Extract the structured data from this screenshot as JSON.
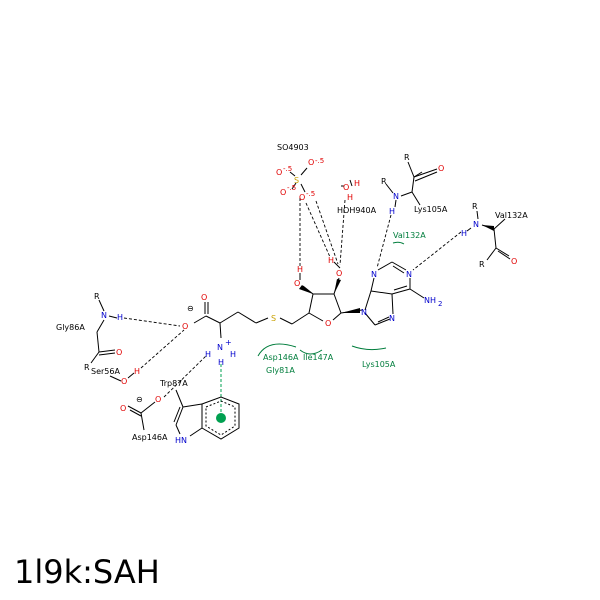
{
  "title": "1l9k:SAH",
  "colors": {
    "bond": "#000000",
    "nitrogen": "#0000cc",
    "oxygen": "#e00000",
    "sulfur": "#c8a000",
    "hydrophobic": "#007d3c",
    "pi": "#00a050"
  },
  "residues": {
    "so4": "SO4903",
    "hoh": "HOH940A",
    "lys105_top": "Lys105A",
    "val132_right": "Val132A",
    "val132_hydro": "Val132A",
    "gly86": "Gly86A",
    "ser56": "Ser56A",
    "trp87": "Trp87A",
    "asp146_bottom": "Asp146A",
    "asp146_hydro": "Asp146A",
    "ile147": "Ile147A",
    "gly81": "Gly81A",
    "lys105_hydro": "Lys105A"
  },
  "atoms": {
    "r_gly86": "R",
    "n_gly86": "N",
    "h_gly86": "H",
    "o_gly86": "O",
    "r_gly86b": "R",
    "o_ser56": "O",
    "h_ser56": "H",
    "o_asp146a": "O",
    "o_asp146b": "O",
    "minus_asp": "⊖",
    "hn_trp": "HN",
    "o_carb1": "O",
    "o_carb2": "O",
    "minus_carb": "⊖",
    "n_amine": "N",
    "plus_amine": "+",
    "h_am1": "H",
    "h_am2": "H",
    "h_am3": "H",
    "s_chain": "S",
    "o_ring": "O",
    "o_oh2": "O",
    "h_oh2": "H",
    "o_oh3": "O",
    "h_oh3": "H",
    "n9": "N",
    "n3": "N",
    "n1": "N",
    "n7": "N",
    "nh2": "NH",
    "nh2_sub": "2",
    "s_so4": "S",
    "o_so4_1": "O",
    "o_so4_2": "O",
    "o_so4_3": "O",
    "o_so4_4": "O",
    "c_so4_1": "-.5",
    "c_so4_2": "-.5",
    "c_so4_3": "-.5",
    "c_so4_4": "-.5",
    "o_hoh": "O",
    "h_hoh1": "H",
    "h_hoh2": "H",
    "r_lys": "R",
    "n_lys": "N",
    "h_lys": "H",
    "r_lys2": "R",
    "o_lys": "O",
    "r_val": "R",
    "n_val": "N",
    "h_val": "H",
    "r_val2": "R",
    "o_val": "O"
  }
}
